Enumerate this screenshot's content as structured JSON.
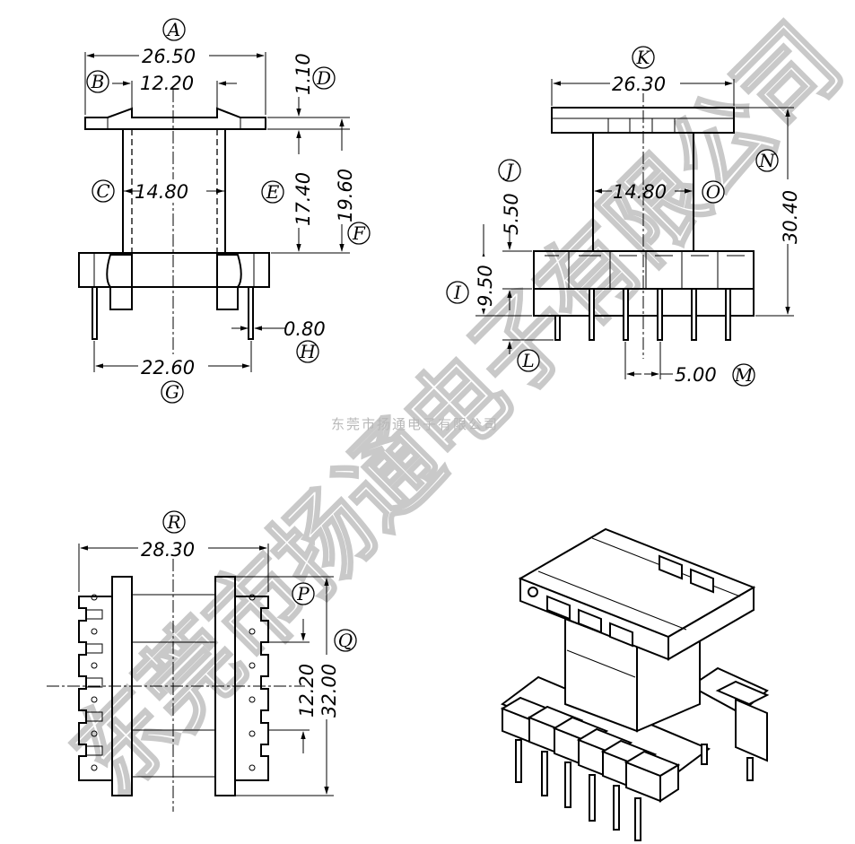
{
  "watermark": {
    "company_small": "东莞市扬通电子有限公司",
    "company_big": "东莞市扬通电子有限公司"
  },
  "front_view": {
    "dimensions": {
      "overall_width": "26.50",
      "inner_width": "12.20",
      "flange_thickness": "1.10",
      "core_width": "14.80",
      "window_height": "17.40",
      "body_height": "19.60",
      "pin_diameter": "0.80",
      "pin_span": "22.60"
    },
    "labels": {
      "A": "A",
      "B": "B",
      "C": "C",
      "D": "D",
      "E": "E",
      "F": "F",
      "G": "G",
      "H": "H"
    }
  },
  "side_view": {
    "dimensions": {
      "overall_width": "26.30",
      "core_width": "14.80",
      "overall_height": "30.40",
      "upper_height": "5.50",
      "base_height": "9.50",
      "pin_pitch": "5.00"
    },
    "labels": {
      "I": "I",
      "J": "J",
      "K": "K",
      "L": "L",
      "M": "M",
      "N": "N",
      "O": "O"
    }
  },
  "top_view": {
    "dimensions": {
      "overall_width": "28.30",
      "center_span": "12.20",
      "overall_length": "32.00"
    },
    "labels": {
      "P": "P",
      "Q": "Q",
      "R": "R"
    }
  },
  "isometric_view": {}
}
